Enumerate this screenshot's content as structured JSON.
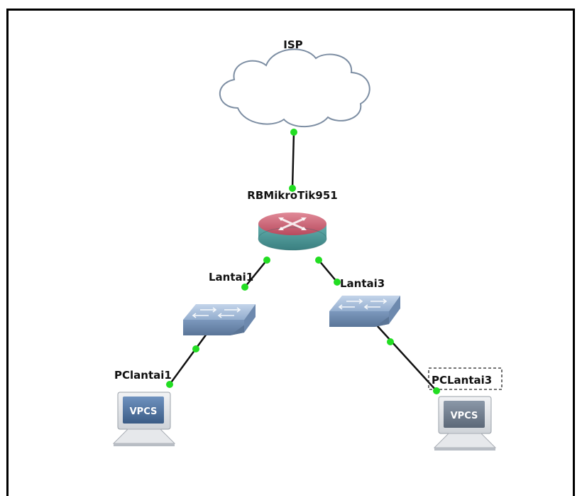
{
  "topology": {
    "nodes": [
      {
        "id": "isp",
        "label": "ISP",
        "type": "cloud-icon"
      },
      {
        "id": "router",
        "label": "RBMikroTik951",
        "type": "router-icon"
      },
      {
        "id": "sw1",
        "label": "Lantai1",
        "type": "switch-icon"
      },
      {
        "id": "sw3",
        "label": "Lantai3",
        "type": "switch-icon"
      },
      {
        "id": "pc1",
        "label": "PClantai1",
        "type": "vpcs-icon",
        "badge": "VPCS"
      },
      {
        "id": "pc3",
        "label": "PCLantai3",
        "type": "vpcs-icon",
        "badge": "VPCS",
        "selected": true
      }
    ],
    "links": [
      {
        "from": "isp",
        "to": "router"
      },
      {
        "from": "router",
        "to": "sw1"
      },
      {
        "from": "router",
        "to": "sw3"
      },
      {
        "from": "sw1",
        "to": "pc1"
      },
      {
        "from": "sw3",
        "to": "pc3"
      }
    ],
    "colors": {
      "link": "#111111",
      "port_up": "#22dd22",
      "router_top": "#c9566a",
      "router_base": "#4d9a9a",
      "switch_top": "#a9c0dc",
      "switch_side": "#6b88ad",
      "vpcs_screen": "#4a6e9a",
      "cloud_stroke": "#7d8ea3"
    }
  }
}
